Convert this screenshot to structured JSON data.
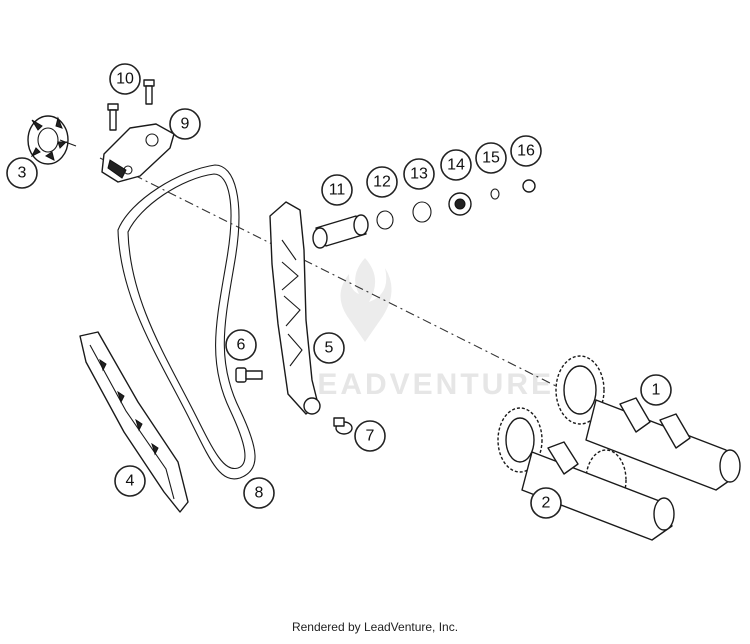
{
  "watermark": "LEADVENTURE",
  "footer": "Rendered by LeadVenture, Inc.",
  "callouts": [
    {
      "id": "callout-1",
      "label": "1"
    },
    {
      "id": "callout-2",
      "label": "2"
    },
    {
      "id": "callout-3",
      "label": "3"
    },
    {
      "id": "callout-4",
      "label": "4"
    },
    {
      "id": "callout-5",
      "label": "5"
    },
    {
      "id": "callout-6",
      "label": "6"
    },
    {
      "id": "callout-7",
      "label": "7"
    },
    {
      "id": "callout-8",
      "label": "8"
    },
    {
      "id": "callout-9",
      "label": "9"
    },
    {
      "id": "callout-10",
      "label": "10"
    },
    {
      "id": "callout-11",
      "label": "11"
    },
    {
      "id": "callout-12",
      "label": "12"
    },
    {
      "id": "callout-13",
      "label": "13"
    },
    {
      "id": "callout-14",
      "label": "14"
    },
    {
      "id": "callout-15",
      "label": "15"
    },
    {
      "id": "callout-16",
      "label": "16"
    }
  ]
}
